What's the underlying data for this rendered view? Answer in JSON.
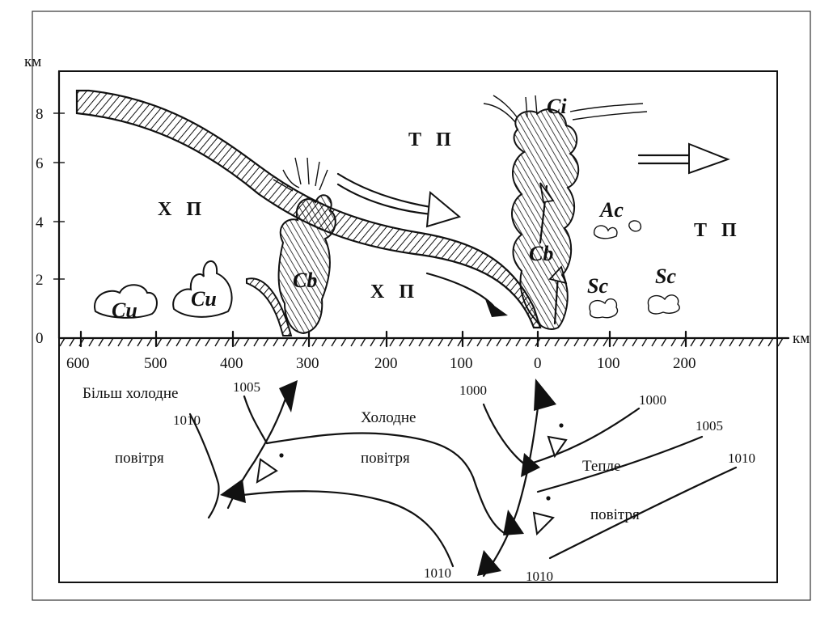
{
  "axis": {
    "y_unit": "км",
    "x_unit": "км",
    "y_ticks": [
      "8",
      "6",
      "4",
      "2",
      "0"
    ],
    "x_ticks": [
      "600",
      "500",
      "400",
      "300",
      "200",
      "100",
      "0",
      "100",
      "200"
    ]
  },
  "air_masses": {
    "cold_left": "Х П",
    "warm_top": "Т П",
    "cold_mid": "Х П",
    "warm_right": "Т П"
  },
  "clouds": {
    "cu_1": "Cu",
    "cu_2": "Cu",
    "cb_1": "Cb",
    "ci": "Ci",
    "ac": "Ac",
    "cb_2": "Cb",
    "sc_1": "Sc",
    "sc_2": "Sc"
  },
  "map": {
    "colder_air_line1": "Більш холодне",
    "colder_air_line2": "повітря",
    "cold_air_line1": "Холодне",
    "cold_air_line2": "повітря",
    "warm_air_line1": "Тепле",
    "warm_air_line2": "повітря",
    "isobars": {
      "left_1010": "1010",
      "left_1005": "1005",
      "mid_1000": "1000",
      "right_1000": "1000",
      "right_1005": "1005",
      "right_1010": "1010",
      "bottom_1010_a": "1010",
      "bottom_1010_b": "1010"
    }
  }
}
